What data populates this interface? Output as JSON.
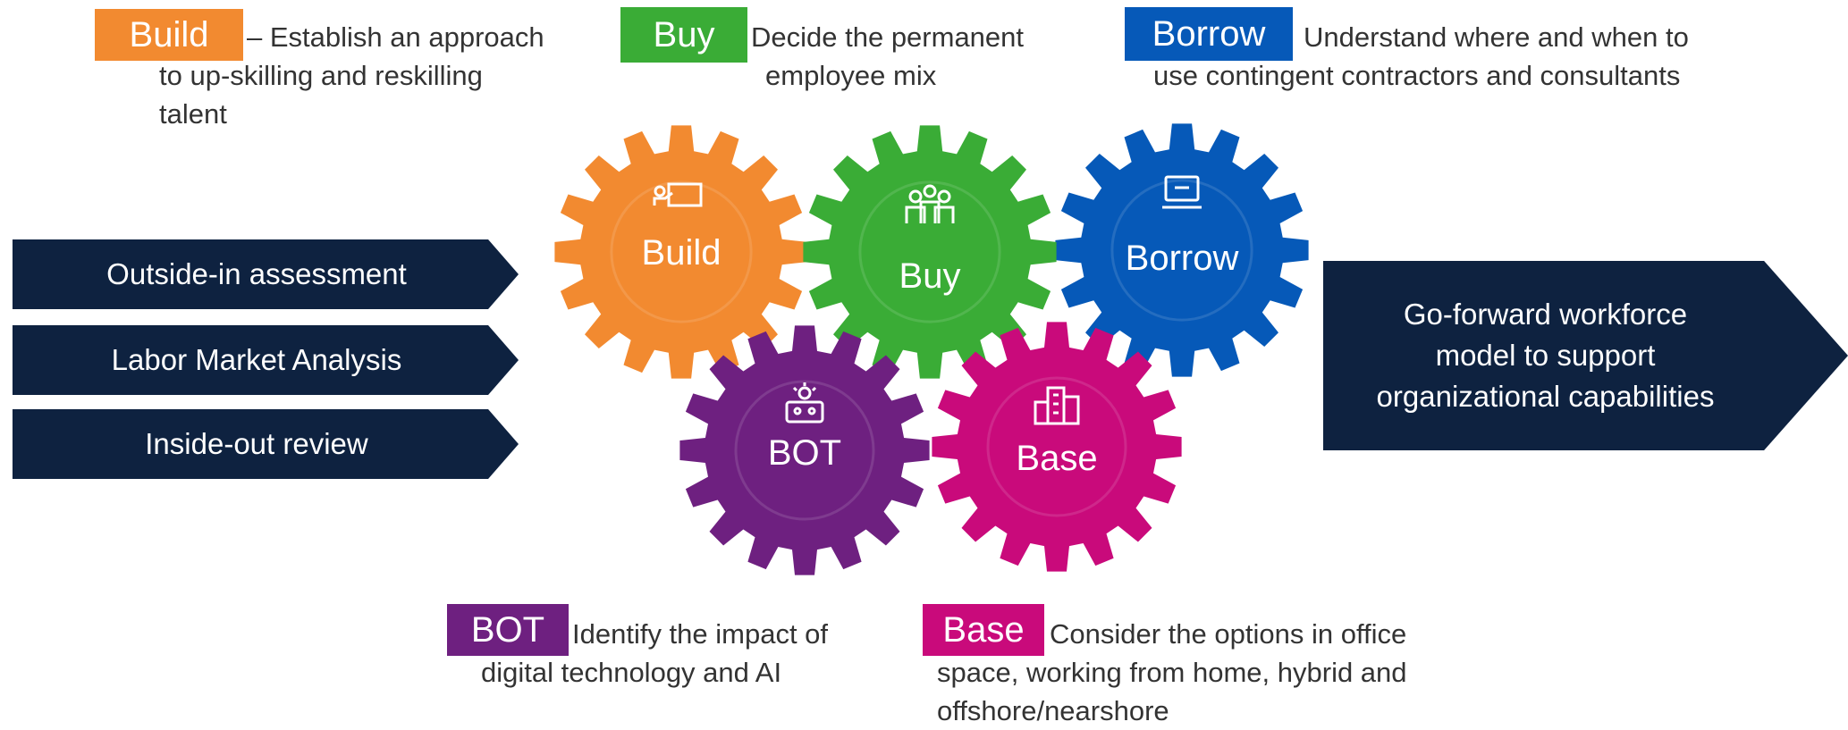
{
  "legend": {
    "build": {
      "tag": "Build",
      "lines": [
        "– Establish an approach",
        "to up-skilling and reskilling",
        "talent"
      ]
    },
    "buy": {
      "tag": "Buy",
      "lines": [
        "Decide the permanent",
        "employee mix"
      ]
    },
    "borrow": {
      "tag": "Borrow",
      "lines": [
        "Understand where and when to",
        "use contingent contractors and consultants"
      ]
    },
    "bot": {
      "tag": "BOT",
      "lines": [
        "Identify the impact of",
        "digital technology and AI"
      ]
    },
    "base": {
      "tag": "Base",
      "lines": [
        "Consider the options in office",
        "space, working from home, hybrid and",
        "offshore/nearshore"
      ]
    }
  },
  "inputs": [
    "Outside-in assessment",
    "Labor Market Analysis",
    "Inside-out review"
  ],
  "output": {
    "lines": [
      "Go-forward workforce",
      "model to support",
      "organizational capabilities"
    ]
  },
  "gears": {
    "build": {
      "label": "Build",
      "icon": "presenter-icon",
      "color": "#f28a30"
    },
    "buy": {
      "label": "Buy",
      "icon": "people-group-icon",
      "color": "#3aac36"
    },
    "borrow": {
      "label": "Borrow",
      "icon": "monitor-icon",
      "color": "#0659b8"
    },
    "bot": {
      "label": "BOT",
      "icon": "robot-idea-icon",
      "color": "#6e2080"
    },
    "base": {
      "label": "Base",
      "icon": "buildings-icon",
      "color": "#c90a7b"
    }
  },
  "colors": {
    "navy": "#0e2240",
    "text": "#333333"
  }
}
